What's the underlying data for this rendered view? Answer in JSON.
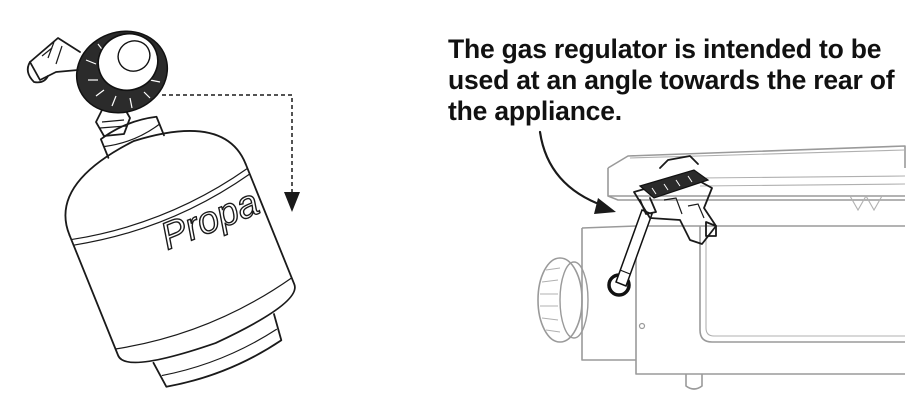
{
  "caption": {
    "lines": [
      "The gas regulator is intended to be",
      "used at an angle towards the rear of",
      "the appliance."
    ]
  },
  "tank": {
    "label": "Propa"
  }
}
